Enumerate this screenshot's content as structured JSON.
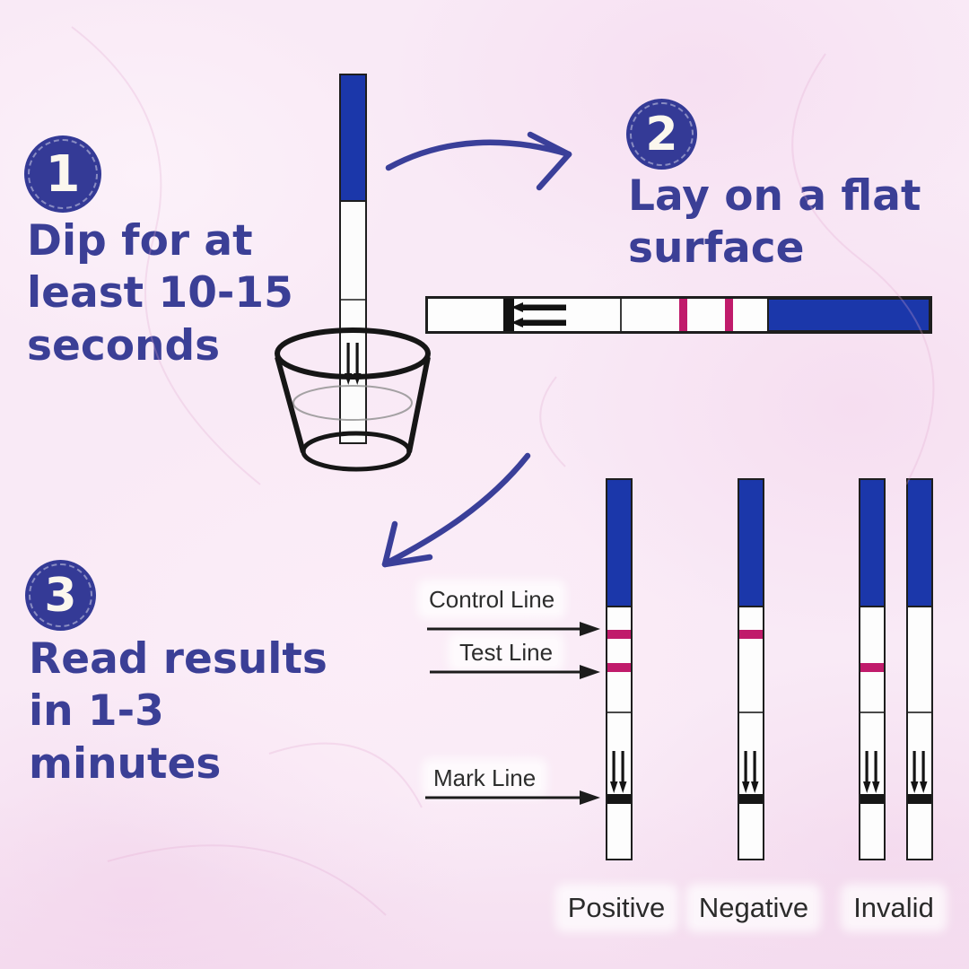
{
  "steps": [
    {
      "number": "1",
      "lines": [
        "Dip for at",
        "least 10-15",
        "seconds"
      ]
    },
    {
      "number": "2",
      "lines": [
        "Lay on a flat",
        "surface"
      ]
    },
    {
      "number": "3",
      "lines": [
        "Read results",
        "in 1-3",
        "minutes"
      ]
    }
  ],
  "annotations": {
    "control_line": "Control Line",
    "test_line": "Test Line",
    "mark_line": "Mark Line"
  },
  "results": {
    "strips": [
      {
        "name": "positive",
        "control_line": true,
        "test_line": true
      },
      {
        "name": "negative",
        "control_line": true,
        "test_line": false
      },
      {
        "name": "invalid-a",
        "control_line": false,
        "test_line": true
      },
      {
        "name": "invalid-b",
        "control_line": false,
        "test_line": false
      }
    ],
    "labels": [
      "Positive",
      "Negative",
      "Invalid"
    ]
  },
  "colors": {
    "accent_indigo": "#3b3f96",
    "badge_fill": "#343a96",
    "arrow_indigo": "#3a3f99",
    "strip_blue": "#1b37aa",
    "result_pink": "#c01b6b",
    "ink_black": "#1c1c1c",
    "background_pink": "#f9eaf6"
  }
}
